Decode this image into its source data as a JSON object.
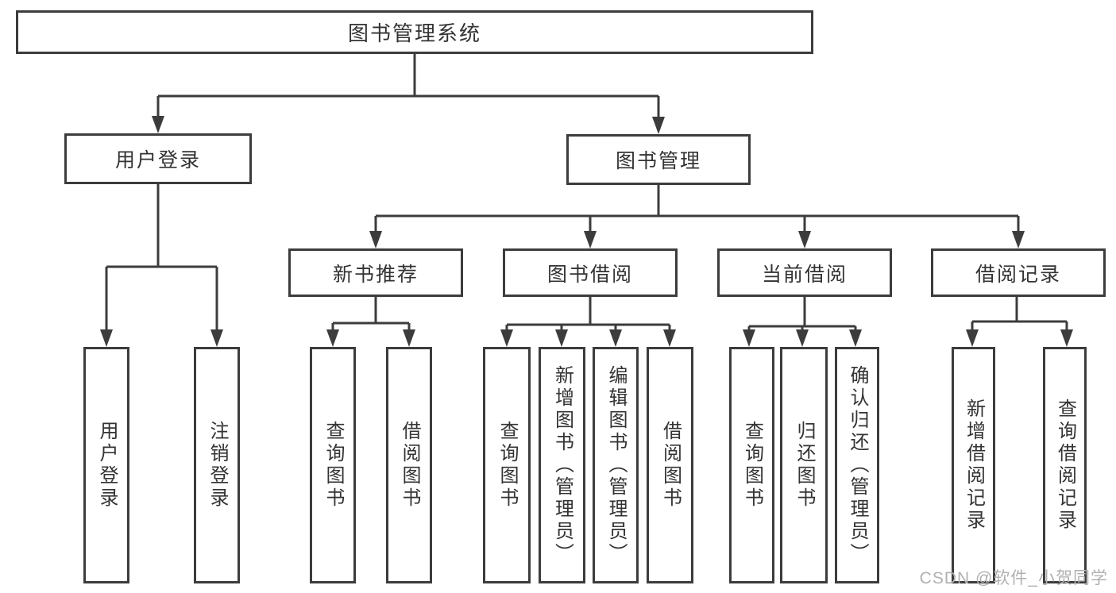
{
  "tree": {
    "root": "图书管理系统",
    "login": {
      "label": "用户登录",
      "children": [
        "用户登录",
        "注销登录"
      ]
    },
    "mgmt": {
      "label": "图书管理",
      "sections": [
        {
          "label": "新书推荐",
          "children": [
            "查询图书",
            "借阅图书"
          ]
        },
        {
          "label": "图书借阅",
          "children": [
            "查询图书",
            "新增图书（管理员）",
            "编辑图书（管理员）",
            "借阅图书"
          ]
        },
        {
          "label": "当前借阅",
          "children": [
            "查询图书",
            "归还图书",
            "确认归还（管理员）"
          ]
        },
        {
          "label": "借阅记录",
          "children": [
            "新增借阅记录",
            "查询借阅记录"
          ]
        }
      ]
    }
  },
  "colors": {
    "line": "#3c3c3c",
    "text": "#333333",
    "watermark": "#b0b0b0"
  },
  "watermark": {
    "text": "CSDN @软件_小贺同学"
  }
}
